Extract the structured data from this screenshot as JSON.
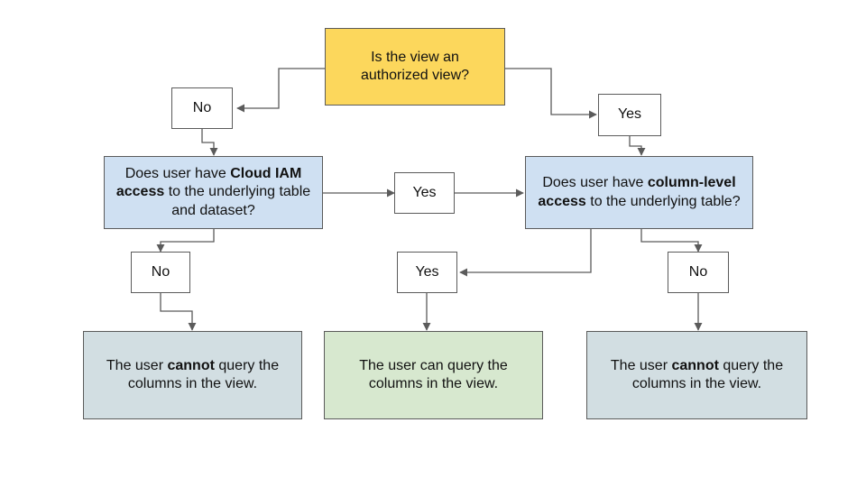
{
  "diagram": {
    "title_node": {
      "id": "is-authorized-view",
      "text_html": "Is the view an<br>authorized view?",
      "text": "Is the view an authorized view?",
      "fill": "#fcd75c"
    },
    "decisions": [
      {
        "id": "cloud-iam-access",
        "text_html": "Does user have <b>Cloud IAM access</b> to the underlying table and dataset?",
        "text": "Does user have Cloud IAM access to the underlying table and dataset?",
        "fill": "#cfe0f2"
      },
      {
        "id": "column-level-access",
        "text_html": "Does user have <b>column-level access</b> to the underlying table?",
        "text": "Does user have column-level access to the underlying table?",
        "fill": "#cfe0f2"
      }
    ],
    "branch_labels": [
      {
        "id": "no-authorized-view",
        "text": "No"
      },
      {
        "id": "yes-authorized-view",
        "text": "Yes"
      },
      {
        "id": "yes-cloud-iam",
        "text": "Yes"
      },
      {
        "id": "no-cloud-iam",
        "text": "No"
      },
      {
        "id": "yes-column-level",
        "text": "Yes"
      },
      {
        "id": "no-column-level",
        "text": "No"
      }
    ],
    "results": [
      {
        "id": "result-left-cannot-query",
        "text_html": "The user <b>cannot</b> query the columns in the view.",
        "text": "The user cannot query the columns in the view.",
        "fill": "#d2dee2"
      },
      {
        "id": "result-middle-can-query",
        "text_html": "The user can query the columns in the view.",
        "text": "The user can query the columns in the view.",
        "fill": "#d7e8cf"
      },
      {
        "id": "result-right-cannot-query",
        "text_html": "The user <b>cannot</b> query the columns in the view.",
        "text": "The user cannot query the columns in the view.",
        "fill": "#d2dee2"
      }
    ],
    "colors": {
      "yellow": "#fcd75c",
      "blue": "#cfe0f2",
      "green": "#d7e8cf",
      "gray_blue": "#d2dee2",
      "stroke": "#5b5b5b",
      "background": "#ffffff"
    }
  }
}
